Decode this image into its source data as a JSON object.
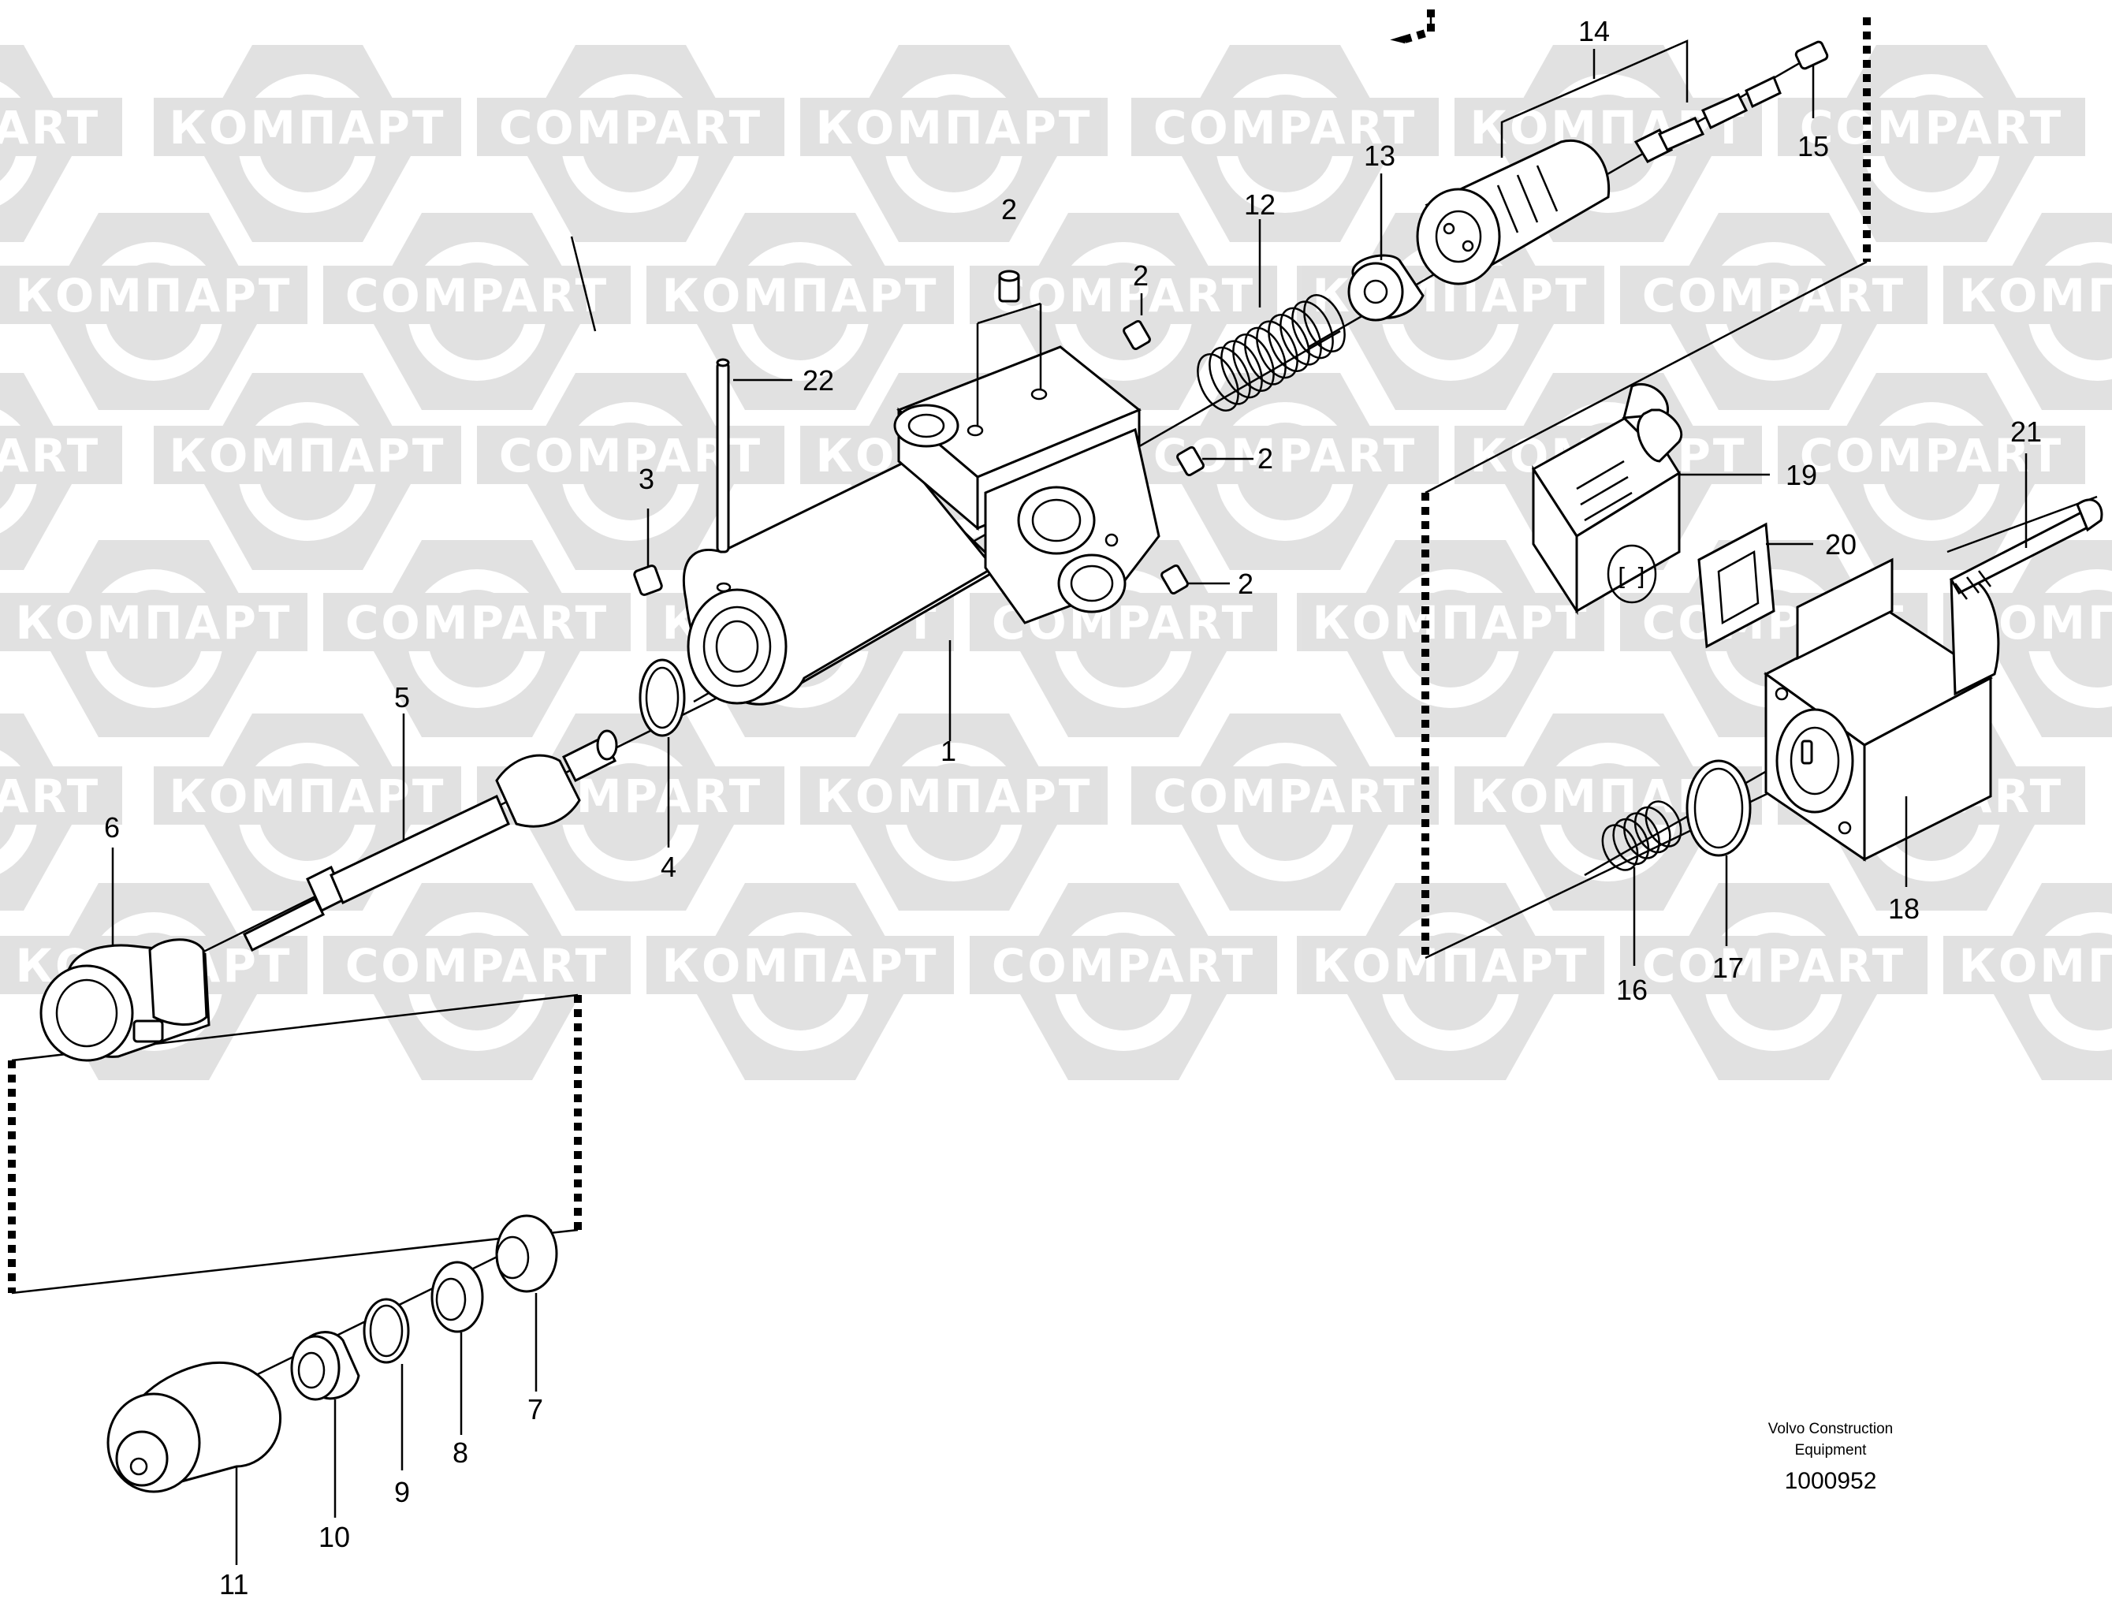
{
  "watermark": {
    "text_latin": "COMPART",
    "text_cyrillic": "КОМПАРТ",
    "color": "#d8d8d8"
  },
  "credit": {
    "line1": "Volvo Construction",
    "line2": "Equipment",
    "document_number": "1000952"
  },
  "callouts": [
    {
      "id": "c1",
      "label": "1"
    },
    {
      "id": "c2a",
      "label": "2"
    },
    {
      "id": "c2b",
      "label": "2"
    },
    {
      "id": "c2c",
      "label": "2"
    },
    {
      "id": "c2d",
      "label": "2"
    },
    {
      "id": "c3",
      "label": "3"
    },
    {
      "id": "c4",
      "label": "4"
    },
    {
      "id": "c5",
      "label": "5"
    },
    {
      "id": "c6",
      "label": "6"
    },
    {
      "id": "c7",
      "label": "7"
    },
    {
      "id": "c8",
      "label": "8"
    },
    {
      "id": "c9",
      "label": "9"
    },
    {
      "id": "c10",
      "label": "10"
    },
    {
      "id": "c11",
      "label": "11"
    },
    {
      "id": "c12",
      "label": "12"
    },
    {
      "id": "c13",
      "label": "13"
    },
    {
      "id": "c14",
      "label": "14"
    },
    {
      "id": "c15",
      "label": "15"
    },
    {
      "id": "c16",
      "label": "16"
    },
    {
      "id": "c17",
      "label": "17"
    },
    {
      "id": "c18",
      "label": "18"
    },
    {
      "id": "c19",
      "label": "19"
    },
    {
      "id": "c20",
      "label": "20"
    },
    {
      "id": "c21",
      "label": "21"
    },
    {
      "id": "c22",
      "label": "22"
    }
  ]
}
